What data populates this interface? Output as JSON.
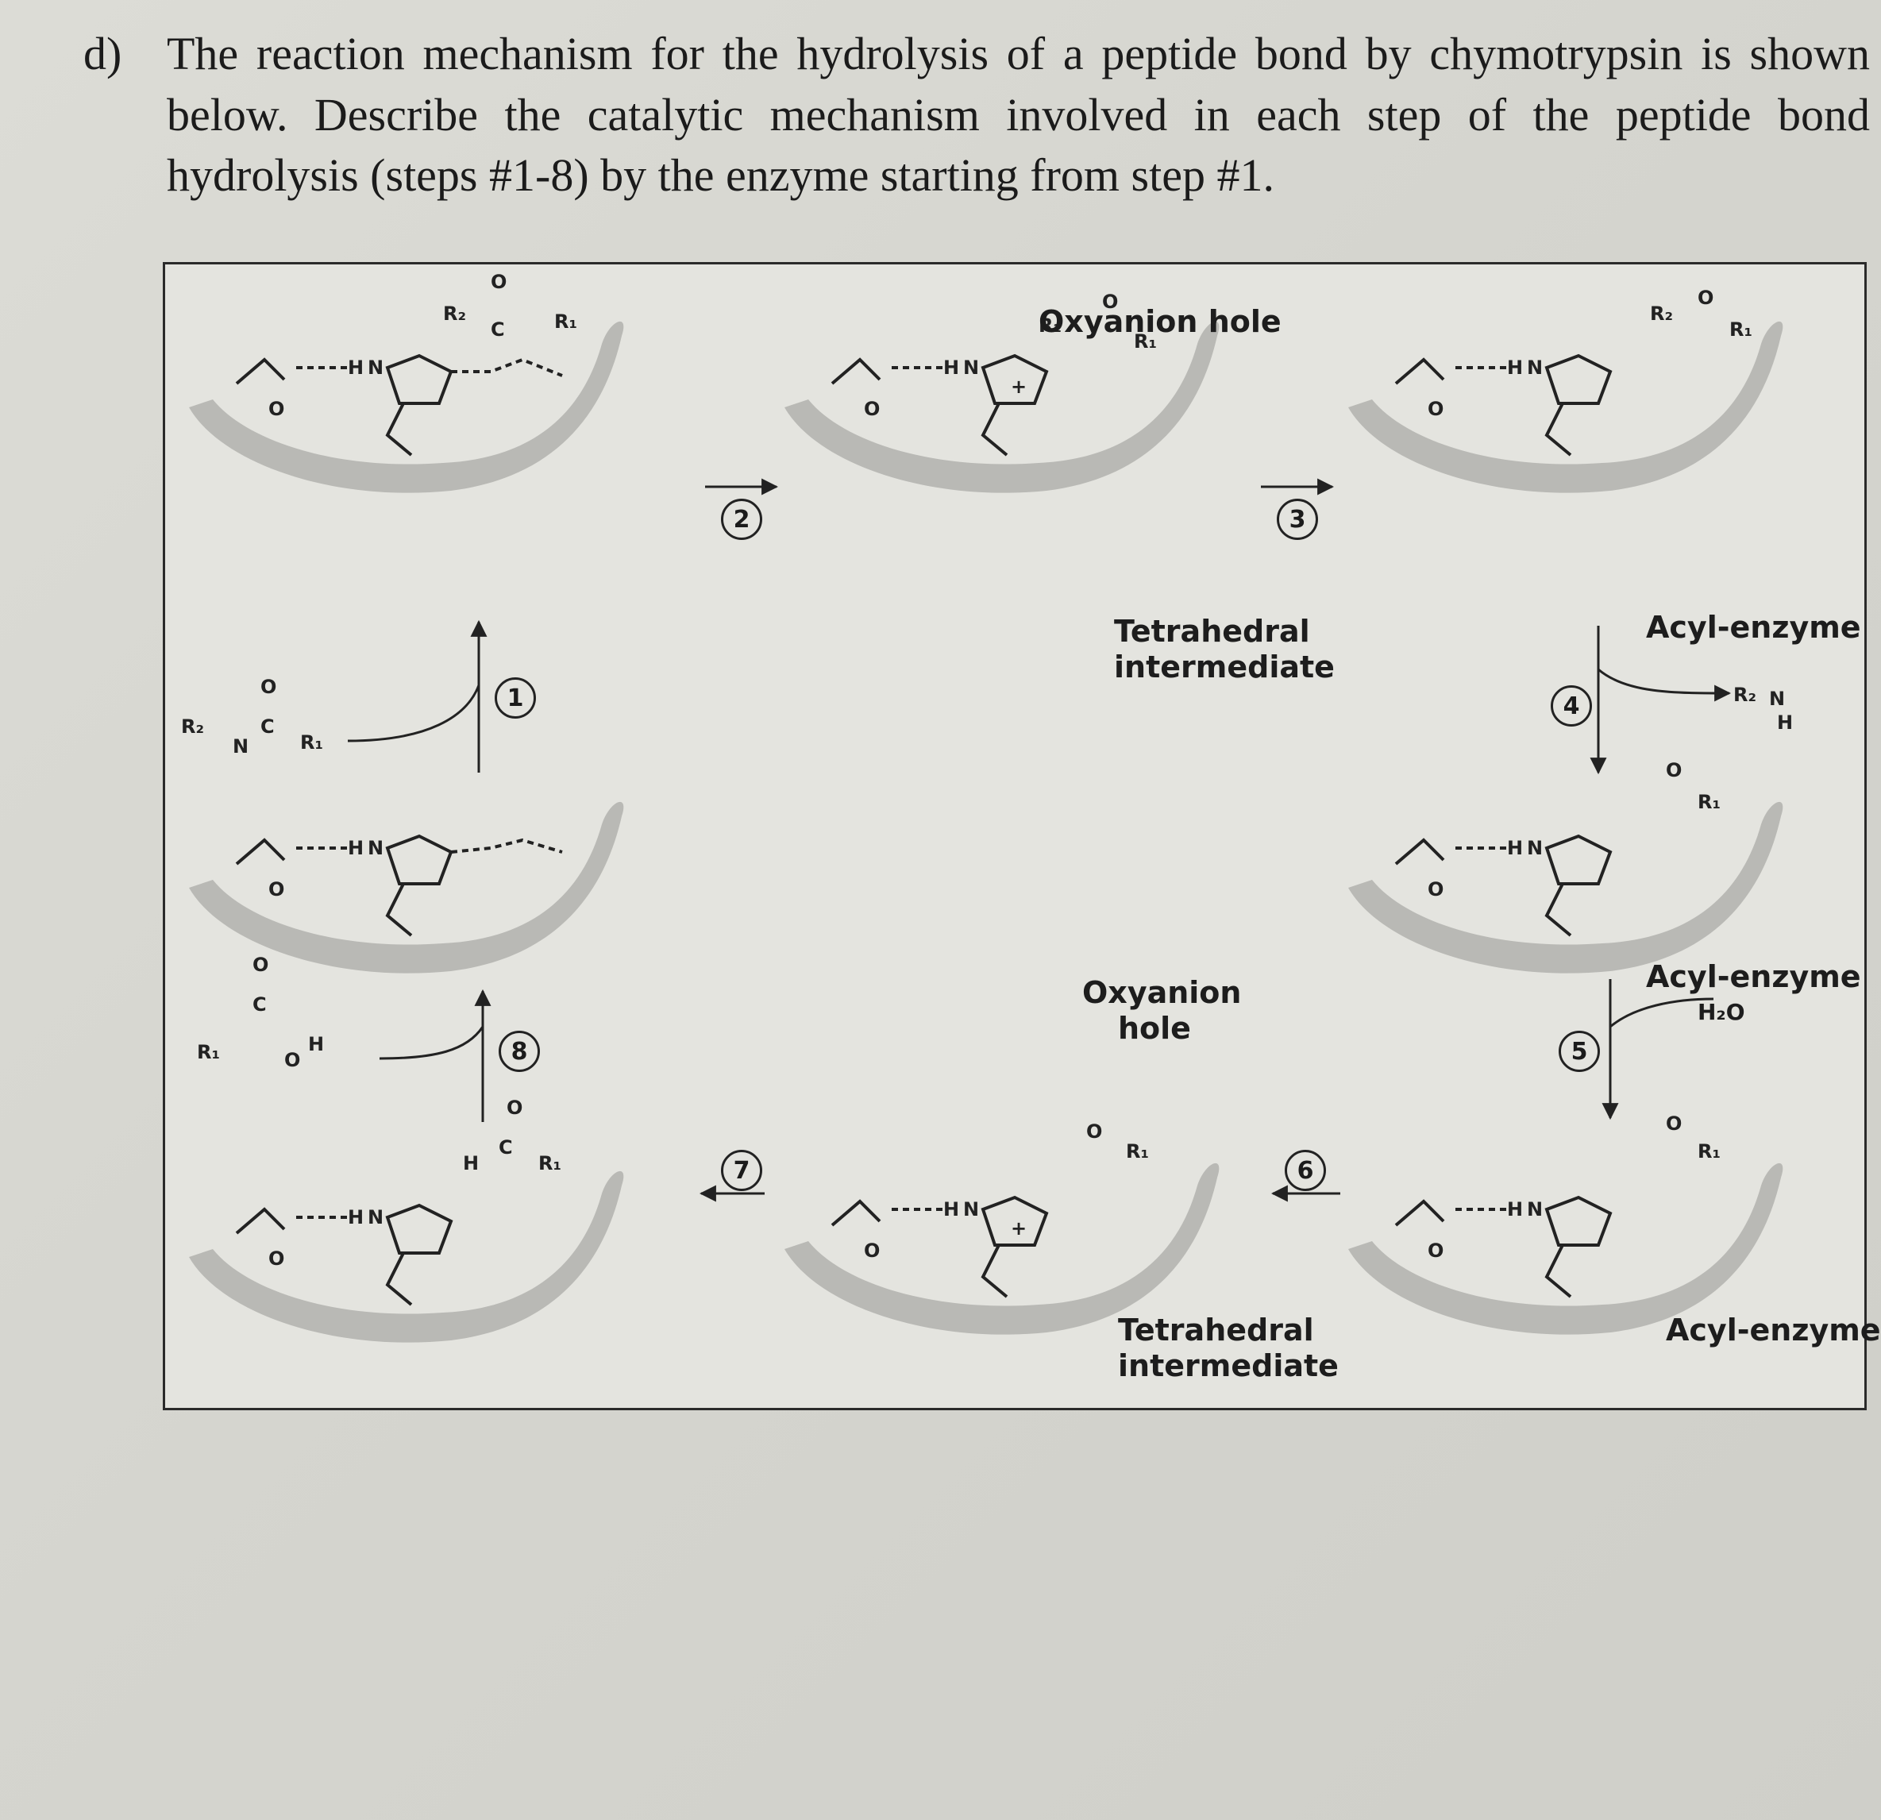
{
  "question": {
    "label": "d)",
    "text": "The reaction mechanism for the hydrolysis of a peptide bond by chymotrypsin is shown below. Describe the catalytic mechanism involved in each step of the peptide bond hydrolysis (steps #1-8) by the enzyme starting from step #1."
  },
  "figure": {
    "labels": {
      "oxyanion_top": "Oxyanion hole",
      "tetra_top_1": "Tetrahedral",
      "tetra_top_2": "intermediate",
      "acyl_1": "Acyl-enzyme",
      "acyl_2": "Acyl-enzyme",
      "acyl_3": "Acyl-enzyme",
      "oxyanion_mid_1": "Oxyanion",
      "oxyanion_mid_2": "hole",
      "tetra_bot_1": "Tetrahedral",
      "tetra_bot_2": "intermediate",
      "water": "H₂O"
    },
    "steps": [
      "1",
      "2",
      "3",
      "4",
      "5",
      "6",
      "7",
      "8"
    ]
  }
}
